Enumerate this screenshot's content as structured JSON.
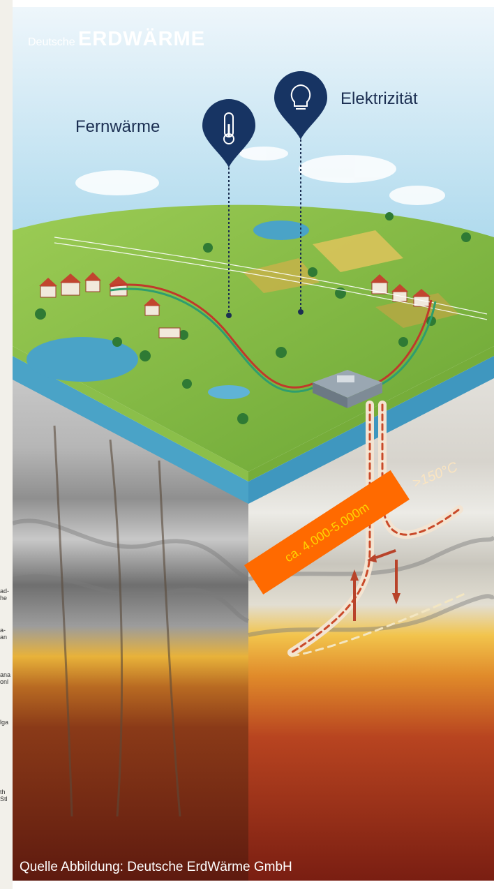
{
  "brand": {
    "prefix": "Deutsche",
    "name": "ERDWÄRME"
  },
  "labels": {
    "fernwaerme": "Fernwärme",
    "elektrizitaet": "Elektrizität",
    "temperature": ">150°C",
    "depth": "ca. 4.000-5.000m"
  },
  "caption": "Quelle Abbildung: Deutsche ErdWärme GmbH",
  "left_strip_fragments": [
    "ad-",
    "he",
    "a-",
    "an",
    "ana",
    "onl",
    "lga",
    "th",
    "Stl"
  ],
  "icons": [
    "thermometer-icon",
    "lightbulb-icon"
  ],
  "colors": {
    "sky_top": "#eef6fb",
    "sky_bottom": "#9fd3ea",
    "pin": "#173463",
    "grass": "#7cb342",
    "pipe_hot": "#c0392b",
    "banner": "#ff6a00",
    "banner_text": "#ffd400"
  }
}
